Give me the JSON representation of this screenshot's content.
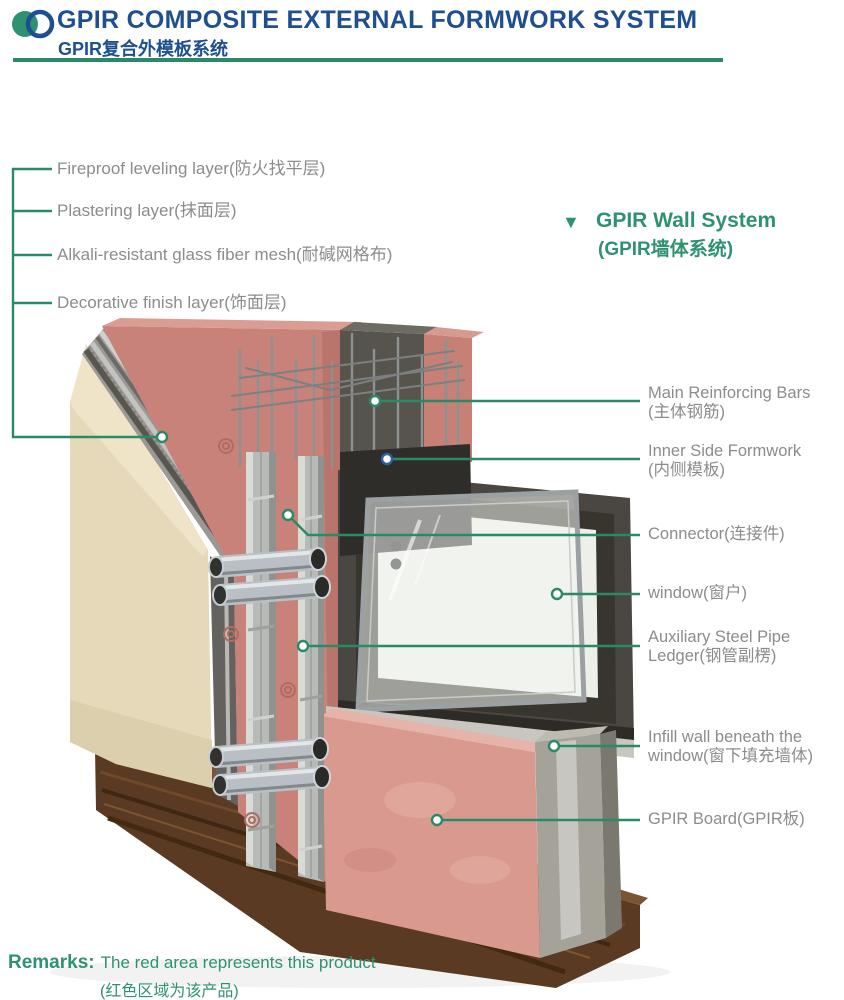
{
  "header": {
    "title": "GPIR COMPOSITE EXTERNAL FORMWORK SYSTEM",
    "subtitle": "GPIR复合外模板系统"
  },
  "section": {
    "marker": "▼",
    "title": "GPIR Wall System",
    "subtitle": "(GPIR墙体系统)"
  },
  "left_labels": [
    {
      "text": "Fireproof leveling layer(防火找平层)"
    },
    {
      "text": "Plastering layer(抹面层)"
    },
    {
      "text": "Alkali-resistant glass fiber mesh(耐碱网格布)"
    },
    {
      "text": "Decorative finish layer(饰面层)"
    }
  ],
  "right_labels": [
    {
      "line1": "Main Reinforcing Bars",
      "line2": "(主体钢筋)"
    },
    {
      "line1": "Inner Side Formwork",
      "line2": "(内侧模板)"
    },
    {
      "line1": "Connector(连接件)",
      "line2": ""
    },
    {
      "line1": "window(窗户)",
      "line2": ""
    },
    {
      "line1": "Auxiliary Steel Pipe",
      "line2": "Ledger(钢管副楞)"
    },
    {
      "line1": "Infill wall beneath the",
      "line2": "window(窗下填充墙体)"
    },
    {
      "line1": "GPIR Board(GPIR板)",
      "line2": ""
    }
  ],
  "remarks": {
    "label": "Remarks:",
    "text": "The red area represents this product",
    "subtext": "(红色区域为该产品)"
  },
  "colors": {
    "accent_green": "#2a8a68",
    "heading_green": "#2e9270",
    "title_blue": "#1d4f91",
    "label_gray": "#8c8c8c",
    "marker_blue": "#2f5da8",
    "gpir_pink": "#d08379"
  }
}
